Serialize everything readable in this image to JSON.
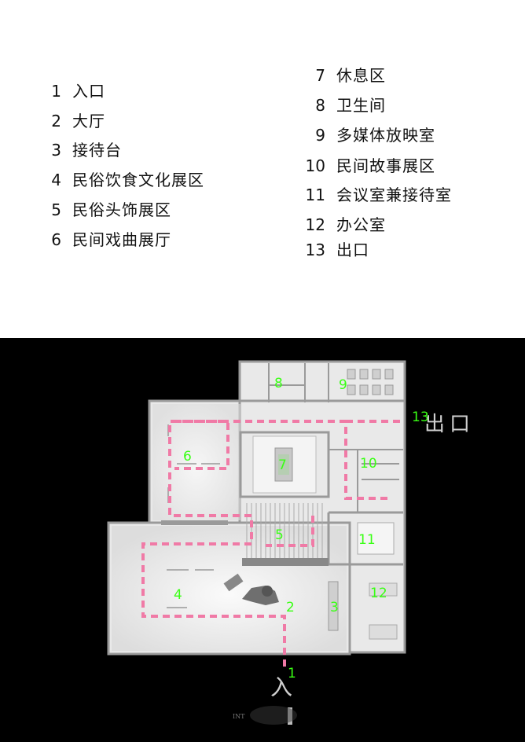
{
  "legend": {
    "left": [
      {
        "num": "1",
        "label": "入口"
      },
      {
        "num": "2",
        "label": "大厅"
      },
      {
        "num": "3",
        "label": "接待台"
      },
      {
        "num": "4",
        "label": "民俗饮食文化展区"
      },
      {
        "num": "5",
        "label": "民俗头饰展区"
      },
      {
        "num": "6",
        "label": "民间戏曲展厅"
      }
    ],
    "right": [
      {
        "num": "7",
        "label": "休息区"
      },
      {
        "num": "8",
        "label": "卫生间"
      },
      {
        "num": "9",
        "label": "多媒体放映室"
      },
      {
        "num": "10",
        "label": "民间故事展区"
      },
      {
        "num": "11",
        "label": "会议室兼接待室"
      },
      {
        "num": "12",
        "label": "办公室"
      },
      {
        "num": "13",
        "label": "出口"
      }
    ]
  },
  "plan": {
    "room_numbers": [
      "1",
      "2",
      "3",
      "4",
      "5",
      "6",
      "7",
      "8",
      "9",
      "10",
      "11",
      "12",
      "13"
    ],
    "exit_sign": "出口",
    "entrance_sign": "入",
    "faint_text": "INT",
    "colors": {
      "background": "#000000",
      "floor": "#e9e9e9",
      "wall": "#9a9a9a",
      "path": "#f07aa6",
      "labels": "#39ff14",
      "sign": "#cfcfcf"
    }
  }
}
